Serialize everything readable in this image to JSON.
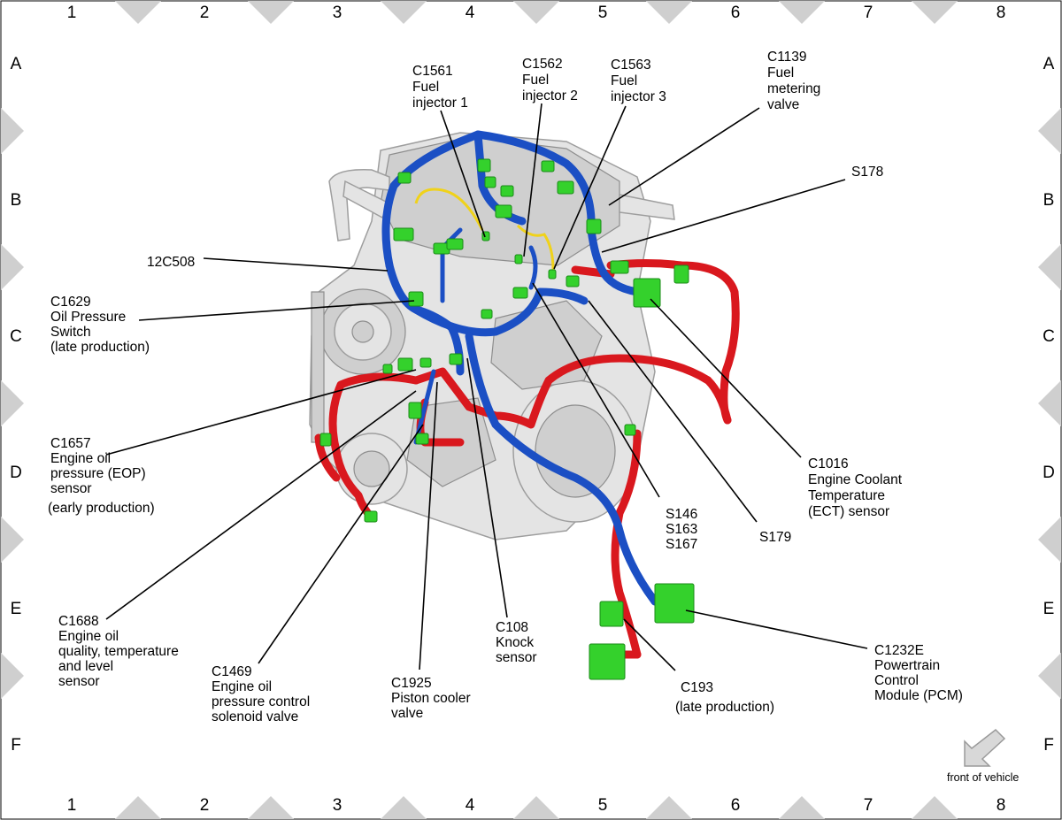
{
  "grid": {
    "columns": [
      "1",
      "2",
      "3",
      "4",
      "5",
      "6",
      "7",
      "8"
    ],
    "rows": [
      "A",
      "B",
      "C",
      "D",
      "E",
      "F"
    ]
  },
  "labels": [
    {
      "id": "c1561",
      "lines": [
        "C1561",
        "Fuel",
        "injector 1"
      ]
    },
    {
      "id": "c1562",
      "lines": [
        "C1562",
        "Fuel",
        "injector 2"
      ]
    },
    {
      "id": "c1563",
      "lines": [
        "C1563",
        "Fuel",
        "injector 3"
      ]
    },
    {
      "id": "c1139",
      "lines": [
        "C1139",
        "Fuel",
        "metering",
        "valve"
      ]
    },
    {
      "id": "s178",
      "lines": [
        "S178"
      ]
    },
    {
      "id": "12c508",
      "lines": [
        "12C508"
      ]
    },
    {
      "id": "c1629",
      "lines": [
        "C1629",
        "Oil Pressure",
        "Switch",
        "(late production)"
      ]
    },
    {
      "id": "c1657",
      "lines": [
        "C1657",
        "Engine oil",
        "pressure (EOP)",
        "sensor",
        "(early production)"
      ]
    },
    {
      "id": "c1016",
      "lines": [
        "C1016",
        "Engine Coolant",
        "Temperature",
        "(ECT) sensor"
      ]
    },
    {
      "id": "s146",
      "lines": [
        "S146",
        "S163",
        "S167"
      ]
    },
    {
      "id": "s179",
      "lines": [
        "S179"
      ]
    },
    {
      "id": "c1688",
      "lines": [
        "C1688",
        "Engine oil",
        "quality, temperature",
        "and level",
        "sensor"
      ]
    },
    {
      "id": "c1469",
      "lines": [
        "C1469",
        "Engine oil",
        "pressure control",
        "solenoid valve"
      ]
    },
    {
      "id": "c1925",
      "lines": [
        "C1925",
        "Piston cooler",
        "valve"
      ]
    },
    {
      "id": "c108",
      "lines": [
        "C108",
        "Knock",
        "sensor"
      ]
    },
    {
      "id": "c193",
      "lines": [
        "C193",
        "(late production)"
      ]
    },
    {
      "id": "c1232e",
      "lines": [
        "C1232E",
        "Powertrain",
        "Control",
        "Module (PCM)"
      ]
    }
  ],
  "orientation": {
    "label": "front of vehicle",
    "icon": "arrow-down-left-icon"
  },
  "colors": {
    "harness_blue": "#1b4fc4",
    "harness_red": "#d9181e",
    "connector": "#34d12c",
    "marker": "#cfcfcf"
  }
}
